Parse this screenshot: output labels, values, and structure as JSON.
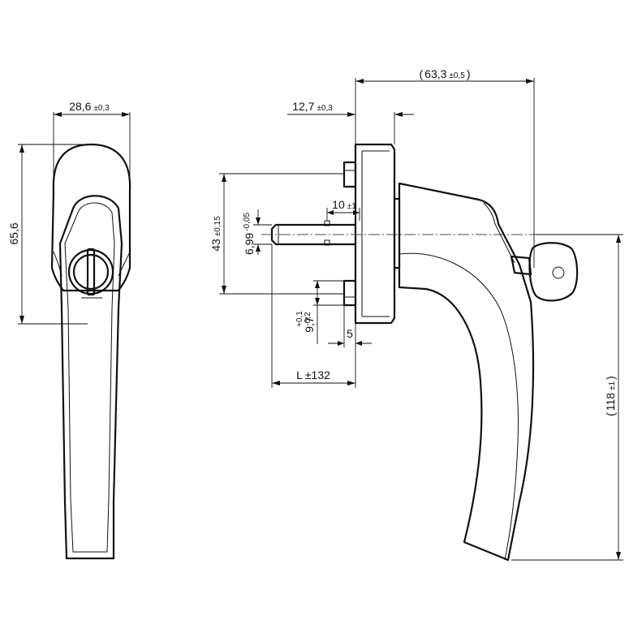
{
  "dimensions": {
    "front_width": {
      "value": "28,6",
      "tol": "±0,3"
    },
    "front_height": {
      "value": "65,6"
    },
    "reach": {
      "value": "63,3",
      "tol": "±0,5",
      "open": "(",
      "close": ")"
    },
    "base_depth": {
      "value": "12,7",
      "tol": "±0,3"
    },
    "spindle_step": {
      "value": "10",
      "tol": "±1"
    },
    "screw_pitch": {
      "value": "43",
      "tol": "±0,15"
    },
    "spindle_square": {
      "value": "6,99",
      "tol": "-0,05"
    },
    "screw_dia": {
      "value": "9,7",
      "tol_upper": "+0,1",
      "tol_lower": "-0,2"
    },
    "offset": {
      "value": "5"
    },
    "spindle_length": {
      "value": "L",
      "tol": "±132"
    },
    "handle_height": {
      "value": "118",
      "tol": "±1",
      "open": "(",
      "close": ")"
    }
  }
}
